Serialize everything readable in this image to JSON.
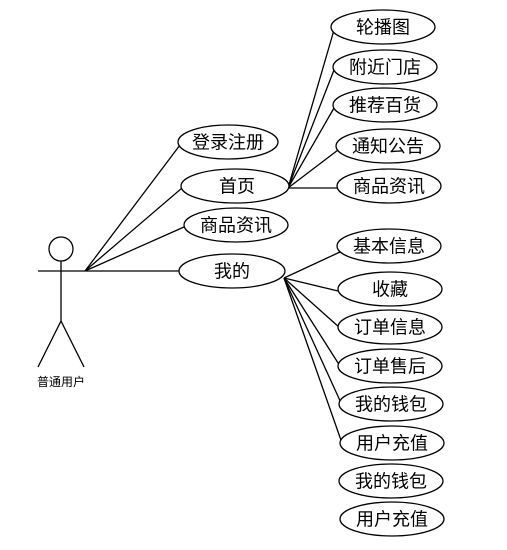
{
  "actor": {
    "label": "普通用户"
  },
  "level1": {
    "login": "登录注册",
    "home": "首页",
    "product_info": "商品资讯",
    "mine": "我的"
  },
  "home_children": [
    "轮播图",
    "附近门店",
    "推荐百货",
    "通知公告",
    "商品资讯"
  ],
  "mine_children": [
    "基本信息",
    "收藏",
    "订单信息",
    "订单售后",
    "我的钱包",
    "用户充值",
    "我的钱包",
    "用户充值"
  ]
}
